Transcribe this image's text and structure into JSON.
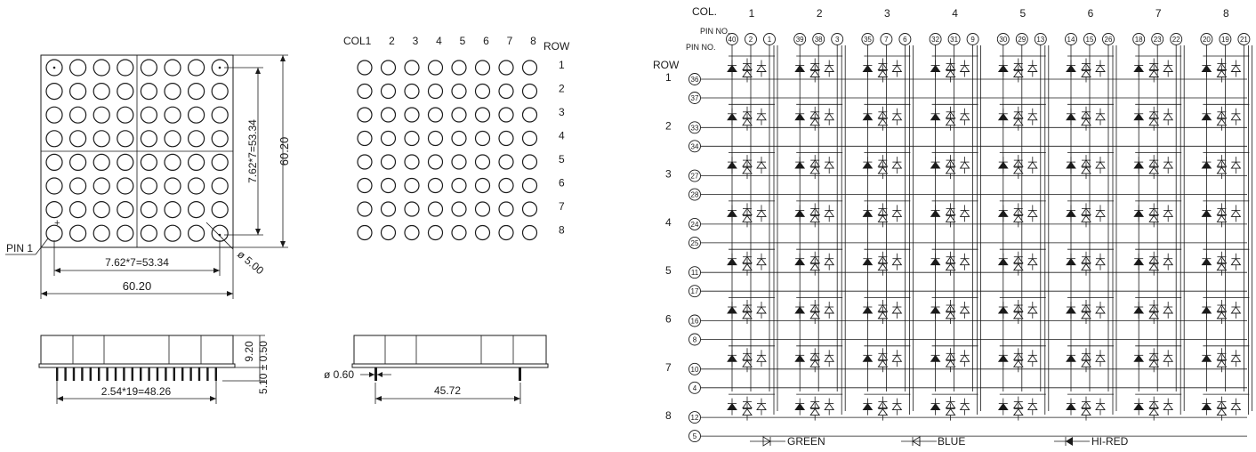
{
  "front_view": {
    "pin1_label": "PIN 1",
    "pitch_v": "7.62*7=53.34",
    "height": "60.20",
    "pitch_h": "7.62*7=53.34",
    "width": "60.20",
    "dot_dia": "ø 5.00",
    "plus": "+"
  },
  "side_view": {
    "pitch": "2.54*19=48.26",
    "body": "9.20",
    "lead": "5.10 ± 0.50"
  },
  "end_view": {
    "pin_dia": "ø 0.60",
    "span": "45.72"
  },
  "led_grid": {
    "col_label": "COL",
    "row_label": "ROW",
    "cols": [
      "1",
      "2",
      "3",
      "4",
      "5",
      "6",
      "7",
      "8"
    ],
    "rows": [
      "1",
      "2",
      "3",
      "4",
      "5",
      "6",
      "7",
      "8"
    ]
  },
  "schematic": {
    "col_label": "COL.",
    "pin_no_label": "PIN NO.",
    "row_label": "ROW",
    "cols": [
      "1",
      "2",
      "3",
      "4",
      "5",
      "6",
      "7",
      "8"
    ],
    "col_pins": [
      [
        "40",
        "2",
        "1"
      ],
      [
        "39",
        "38",
        "3"
      ],
      [
        "35",
        "7",
        "6"
      ],
      [
        "32",
        "31",
        "9"
      ],
      [
        "30",
        "29",
        "13"
      ],
      [
        "14",
        "15",
        "26"
      ],
      [
        "18",
        "23",
        "22"
      ],
      [
        "20",
        "19",
        "21"
      ]
    ],
    "rows": [
      "1",
      "2",
      "3",
      "4",
      "5",
      "6",
      "7",
      "8"
    ],
    "row_pins": [
      [
        "36",
        "37"
      ],
      [
        "33",
        "34"
      ],
      [
        "27",
        "28"
      ],
      [
        "24",
        "25"
      ],
      [
        "11",
        "17"
      ],
      [
        "16",
        "8"
      ],
      [
        "10",
        "4"
      ],
      [
        "12",
        "5"
      ]
    ],
    "legend": [
      {
        "label": "GREEN",
        "color": "green"
      },
      {
        "label": "BLUE",
        "color": "blue"
      },
      {
        "label": "HI-RED",
        "color": "hi-red"
      }
    ]
  }
}
